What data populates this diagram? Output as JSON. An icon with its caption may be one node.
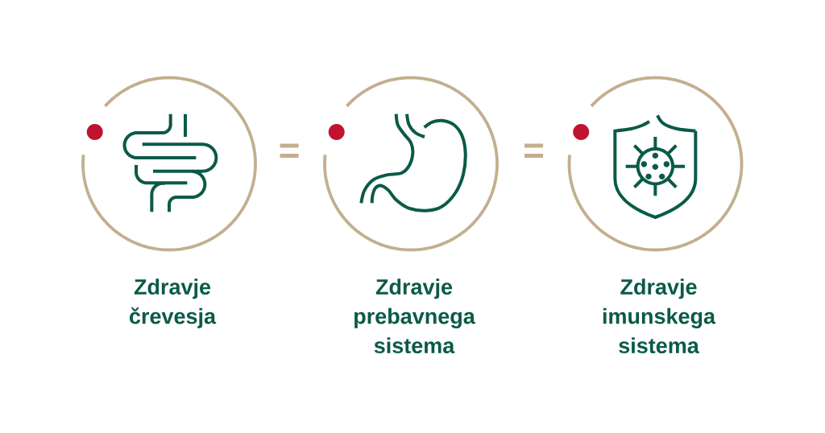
{
  "diagram": {
    "nodes": [
      {
        "text": [
          "Zdravje črevesja"
        ]
      },
      {
        "text": [
          "Zdravje prebavnega sistema"
        ]
      },
      {
        "text": [
          "Zdravje imunskega sistema"
        ]
      }
    ],
    "labels": [
      "=",
      "="
    ]
  }
}
